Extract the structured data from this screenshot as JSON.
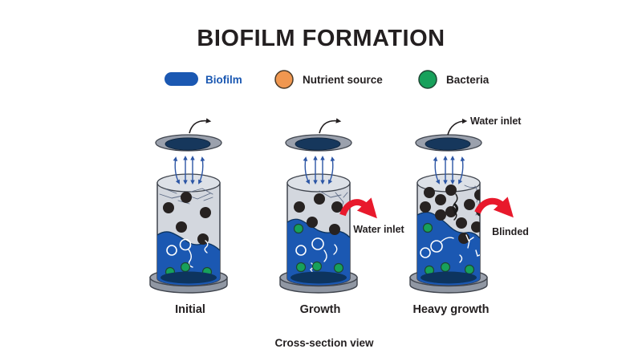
{
  "title": "BIOFILM FORMATION",
  "legend": {
    "items": [
      {
        "label": "Biofilm",
        "swatch": "biofilm-pill-icon",
        "color": "#1b58b2"
      },
      {
        "label": "Nutrient source",
        "swatch": "nutrient-circle-icon",
        "color": "#f09750"
      },
      {
        "label": "Bacteria",
        "swatch": "bacteria-circle-icon",
        "color": "#17a15b"
      }
    ]
  },
  "stages": [
    {
      "label": "Initial"
    },
    {
      "label": "Growth",
      "side_annotation": "Water inlet"
    },
    {
      "label": "Heavy growth",
      "top_annotation": "Water inlet",
      "side_annotation": "Blinded"
    }
  ],
  "caption": "Cross-section view",
  "colors": {
    "biofilm-blue": "#1b58b2",
    "deep-navy": "#16375c",
    "liquid-bottom-navy": "#0d345e",
    "nutrient-orange": "#f09750",
    "bacteria-green": "#17a15b",
    "inlet-red": "#e8192c",
    "flow-arrow-blue": "#2b55a5",
    "cylinder-gray": "#d3d7de",
    "cylinder-rim-gray": "#dde1e7",
    "outline-dark": "#3f444d",
    "base-gray": "#9097a3",
    "base-top-gray": "#9ba1ad",
    "crack-gray": "#5d6b85",
    "dot-black": "#272221",
    "text-black": "#231f20"
  }
}
